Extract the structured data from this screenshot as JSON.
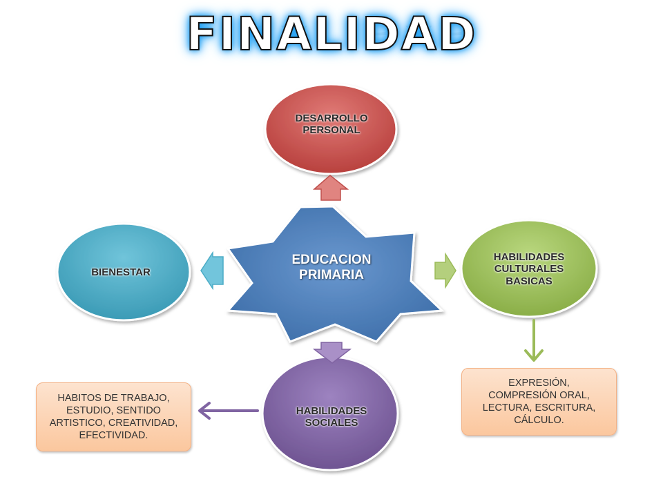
{
  "title": "FINALIDAD",
  "center": {
    "label": "EDUCACION\nPRIMARIA",
    "color": "#4f81bd"
  },
  "nodes": {
    "top": {
      "label": "DESARROLLO\nPERSONAL",
      "color": "#c0504d"
    },
    "right": {
      "label": "HABILIDADES\nCULTURALES\nBASICAS",
      "color": "#9bbb59"
    },
    "bottom": {
      "label": "HABILIDADES\nSOCIALES",
      "color": "#8064a2"
    },
    "left": {
      "label": "BIENESTAR",
      "color": "#4bacc6"
    }
  },
  "notes": {
    "culturales": "EXPRESIÓN,\nCOMPRESIÓN ORAL,\nLECTURA, ESCRITURA,\nCÁLCULO.",
    "sociales": "HABITOS DE TRABAJO,\nESTUDIO, SENTIDO\nARTISTICO, CREATIVIDAD,\nEFECTIVIDAD."
  }
}
